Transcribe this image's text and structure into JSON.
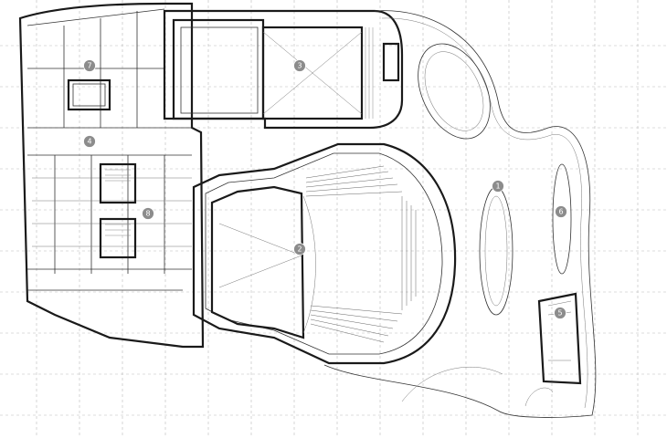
{
  "markers": [
    {
      "id": "marker-1",
      "label": "1"
    },
    {
      "id": "marker-2",
      "label": "2"
    },
    {
      "id": "marker-3",
      "label": "3"
    },
    {
      "id": "marker-4",
      "label": "4"
    },
    {
      "id": "marker-5",
      "label": "5"
    },
    {
      "id": "marker-6",
      "label": "6"
    },
    {
      "id": "marker-7",
      "label": "7"
    },
    {
      "id": "marker-8",
      "label": "8"
    }
  ],
  "colors": {
    "wall": "#1a1a1a",
    "grid": "#b9b9b9",
    "marker_fill": "#8c8c8c",
    "background": "#ffffff"
  }
}
